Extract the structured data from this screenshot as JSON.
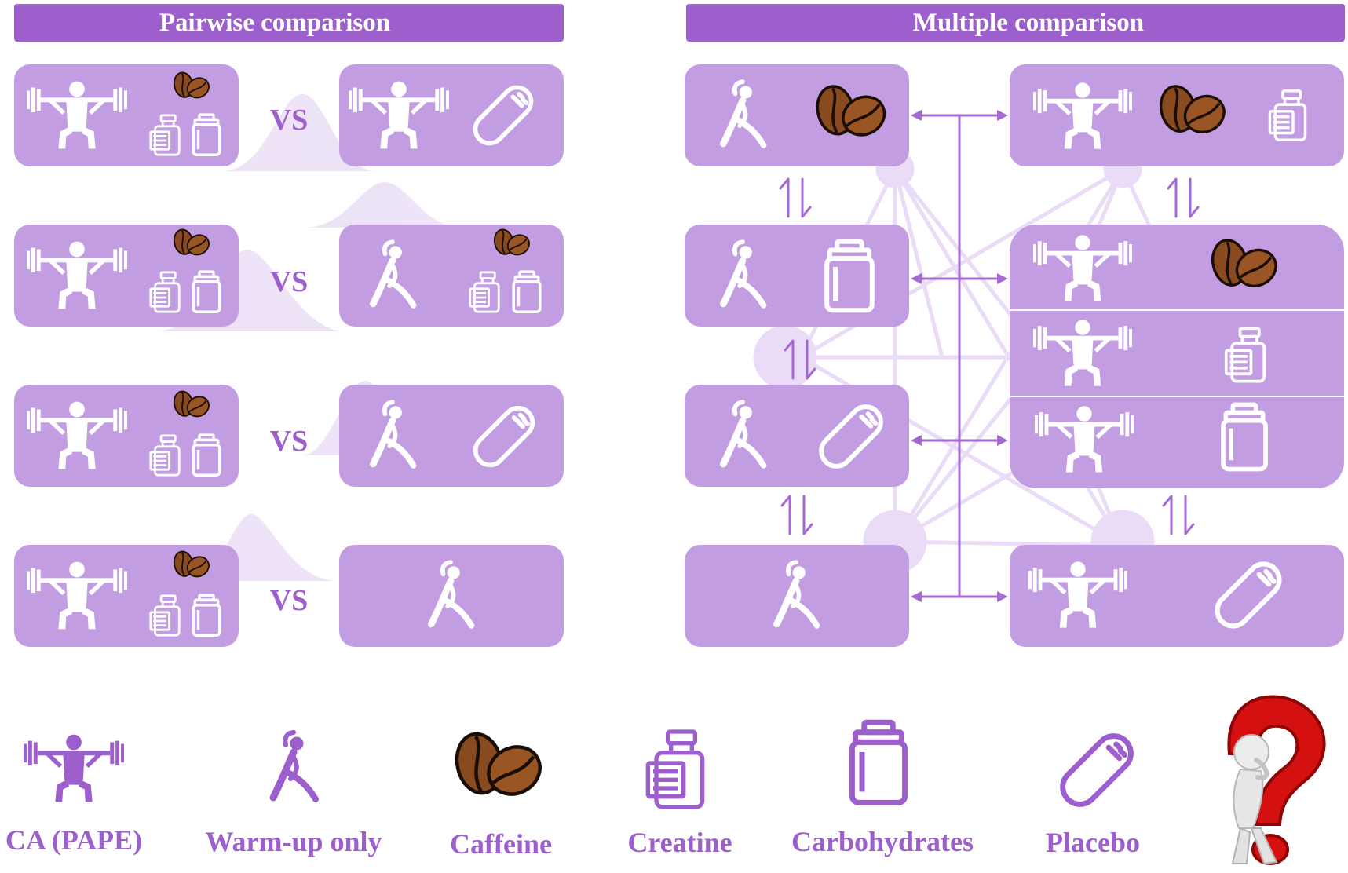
{
  "headers": {
    "pairwise": "Pairwise comparison",
    "multiple": "Multiple comparison"
  },
  "vs_label": "VS",
  "legend": {
    "ca": "CA (PAPE)",
    "warmup": "Warm-up only",
    "caffeine": "Caffeine",
    "creatine": "Creatine",
    "carbohydrates": "Carbohydrates",
    "placebo": "Placebo"
  },
  "colors": {
    "header": "#9c5fcc",
    "box": "#c39de2",
    "icon_legend": "#9c5fcc",
    "arrow": "#a469d2",
    "network": "#eadcf6",
    "coffee": "#8a4a1f",
    "question": "#d41010"
  },
  "pairwise_rows": [
    {
      "left": [
        "ca-icon",
        "caffeine-icon",
        "creatine-icon",
        "carbohydrates-icon"
      ],
      "right": [
        "ca-icon",
        "placebo-icon"
      ]
    },
    {
      "left": [
        "ca-icon",
        "caffeine-icon",
        "creatine-icon",
        "carbohydrates-icon"
      ],
      "right": [
        "warmup-icon",
        "caffeine-icon",
        "creatine-icon",
        "carbohydrates-icon"
      ]
    },
    {
      "left": [
        "ca-icon",
        "caffeine-icon",
        "creatine-icon",
        "carbohydrates-icon"
      ],
      "right": [
        "warmup-icon",
        "placebo-icon"
      ]
    },
    {
      "left": [
        "ca-icon",
        "caffeine-icon",
        "creatine-icon",
        "carbohydrates-icon"
      ],
      "right": [
        "warmup-icon"
      ]
    }
  ],
  "multiple_left_nodes": [
    [
      "warmup-icon",
      "caffeine-icon"
    ],
    [
      "warmup-icon",
      "carbohydrates-icon"
    ],
    [
      "warmup-icon",
      "placebo-icon"
    ],
    [
      "warmup-icon"
    ]
  ],
  "multiple_right_nodes": [
    [
      "ca-icon",
      "caffeine-icon",
      "creatine-icon"
    ],
    [
      "ca-icon",
      "caffeine-icon"
    ],
    [
      "ca-icon",
      "creatine-icon"
    ],
    [
      "ca-icon",
      "carbohydrates-icon"
    ],
    [
      "ca-icon",
      "placebo-icon"
    ]
  ]
}
